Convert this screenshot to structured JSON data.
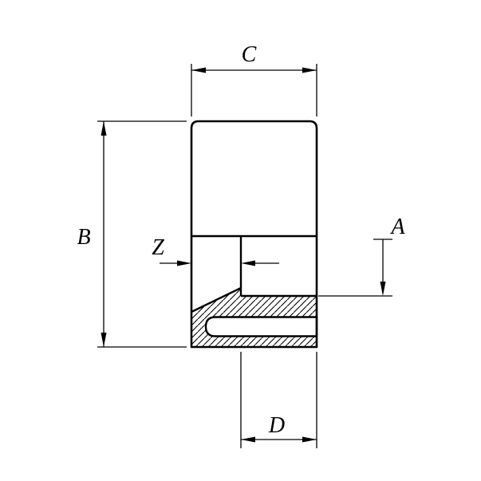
{
  "drawing": {
    "background": "#ffffff",
    "line_color": "#000000",
    "type": "technical-cross-section",
    "labels": {
      "width_top": "C",
      "height_left": "B",
      "wall_left": "Z",
      "depth_right": "A",
      "bore_bottom": "D"
    }
  }
}
